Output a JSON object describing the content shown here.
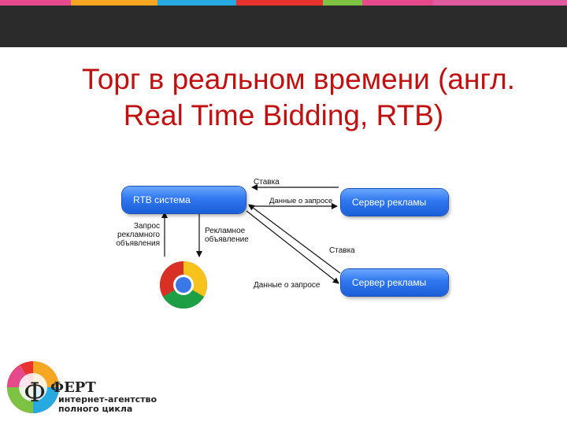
{
  "title": {
    "line1": "Торг в реальном времени (англ.",
    "line2": "Real Time Bidding, RTB)"
  },
  "diagram": {
    "rtb_system": "RTB система",
    "server1": "Сервер рекламы",
    "server2": "Сервер рекламы",
    "bid_top": "Ставка",
    "request_data_top": "Данные о запросе",
    "bid_middle": "Ставка",
    "request_data_bottom": "Данные о запросе",
    "ad_request": [
      "Запрос",
      "рекламного",
      "объявления"
    ],
    "ad_unit": [
      "Рекламное",
      "объявление"
    ],
    "browser_icon": "chrome-browser-icon"
  },
  "logo": {
    "brand": "ФЕРТ",
    "tagline": [
      "интернет-агентство",
      "полного цикла"
    ]
  },
  "colors": {
    "title": "#c01010",
    "pill": "#2f77f0",
    "topbar": "#2b2b2b"
  }
}
